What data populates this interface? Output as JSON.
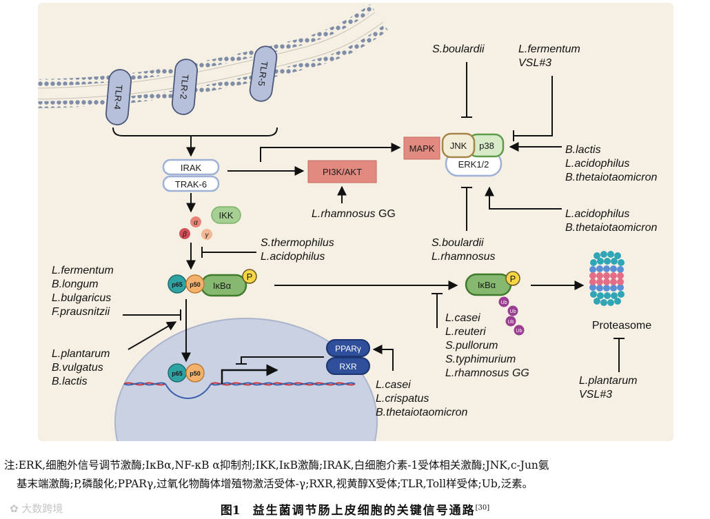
{
  "receptors": [
    "TLR-4",
    "TLR-2",
    "TLR-5"
  ],
  "nodes": {
    "irak": "IRAK",
    "trak6": "TRAK-6",
    "pi3k": "PI3K/AKT",
    "mapk": "MAPK",
    "jnk": "JNK",
    "p38": "p38",
    "erk": "ERK1/2",
    "ikk": "IKK",
    "alpha": "α",
    "beta": "β",
    "gamma": "γ",
    "p65": "p65",
    "p50": "p50",
    "ikba": "IκBα",
    "p": "P",
    "ub": "Ub",
    "proteasome": "Proteasome",
    "ppar": "PPARγ",
    "rxr": "RXR"
  },
  "probiotics": {
    "s_boulardii_top": "S.boulardii",
    "fermentum_vsl": [
      "L.fermentum",
      "VSL#3"
    ],
    "lactis_group": [
      "B.lactis",
      "L.acidophilus",
      "B.thetaiotaomicron"
    ],
    "acid_theta": [
      "L.acidophilus",
      "B.thetaiotaomicron"
    ],
    "rhamnosus_gg_species": "L.rhamnosus",
    "rhamnosus_gg_strain": "GG",
    "thermo_acid": [
      "S.thermophilus",
      "L.acidophilus"
    ],
    "boulardii_rhamnosus": [
      "S.boulardii",
      "L.rhamnosus"
    ],
    "left_inhib": [
      "L.fermentum",
      "B.longum",
      "L.bulgaricus",
      "F.prausnitzii"
    ],
    "left_act": [
      "L.plantarum",
      "B.vulgatus",
      "B.lactis"
    ],
    "casei_group": [
      "L.casei",
      "L.reuteri",
      "S.pullorum",
      "S.typhimurium",
      "L.rhamnosus GG"
    ],
    "casei_crisp": [
      "L.casei",
      "L.crispatus",
      "B.thetaiotaomicron"
    ],
    "plantarum_vsl": [
      "L.plantarum",
      "VSL#3"
    ]
  },
  "note": {
    "line1": "注:ERK,细胞外信号调节激酶;IκBα,NF-κB α抑制剂;IKK,IκB激酶;IRAK,白细胞介素-1受体相关激酶;JNK,c-Jun氨",
    "line2": "基末端激酶;P,磷酸化;PPARγ,过氧化物酶体增殖物激活受体-γ;RXR,视黄醇X受体;TLR,Toll样受体;Ub,泛素。"
  },
  "caption": {
    "number": "图1",
    "title": "益生菌调节肠上皮细胞的关键信号通路",
    "ref": "[30]"
  },
  "watermark": "大数跨境",
  "colors": {
    "background": "#f5f0e3",
    "nucleus": "#c9d1e3",
    "receptor": "#b7c0da",
    "pink_box": "#e28a7f",
    "green": "#8dba7a",
    "dark_blue": "#2f4f9a",
    "ub": "#9b3d92"
  }
}
